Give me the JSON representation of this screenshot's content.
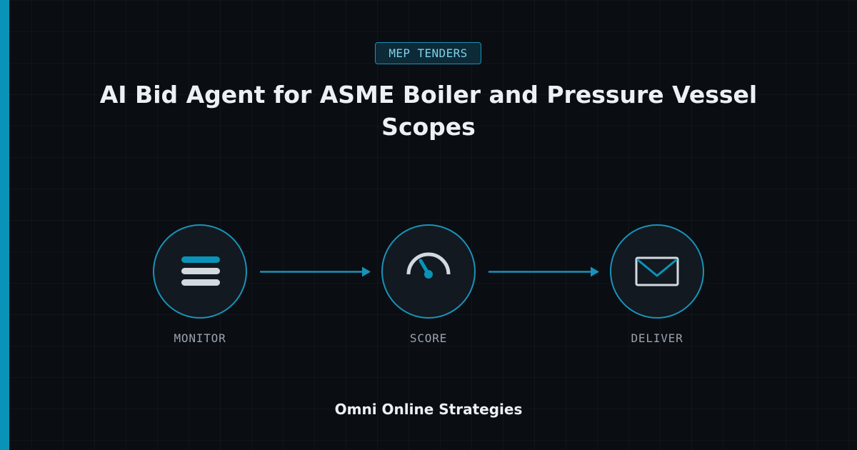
{
  "badge": {
    "label": "MEP TENDERS"
  },
  "title": "AI Bid Agent for ASME Boiler and Pressure Vessel Scopes",
  "steps": [
    {
      "label": "MONITOR",
      "icon": "list-icon"
    },
    {
      "label": "SCORE",
      "icon": "gauge-icon"
    },
    {
      "label": "DELIVER",
      "icon": "envelope-icon"
    }
  ],
  "footer": {
    "brand": "Omni Online Strategies"
  },
  "colors": {
    "background": "#0a0e13",
    "accent": "#0a93b8",
    "icon_light": "#d4d9df",
    "text": "#eef1f4",
    "muted_text": "#9aa3ad"
  }
}
